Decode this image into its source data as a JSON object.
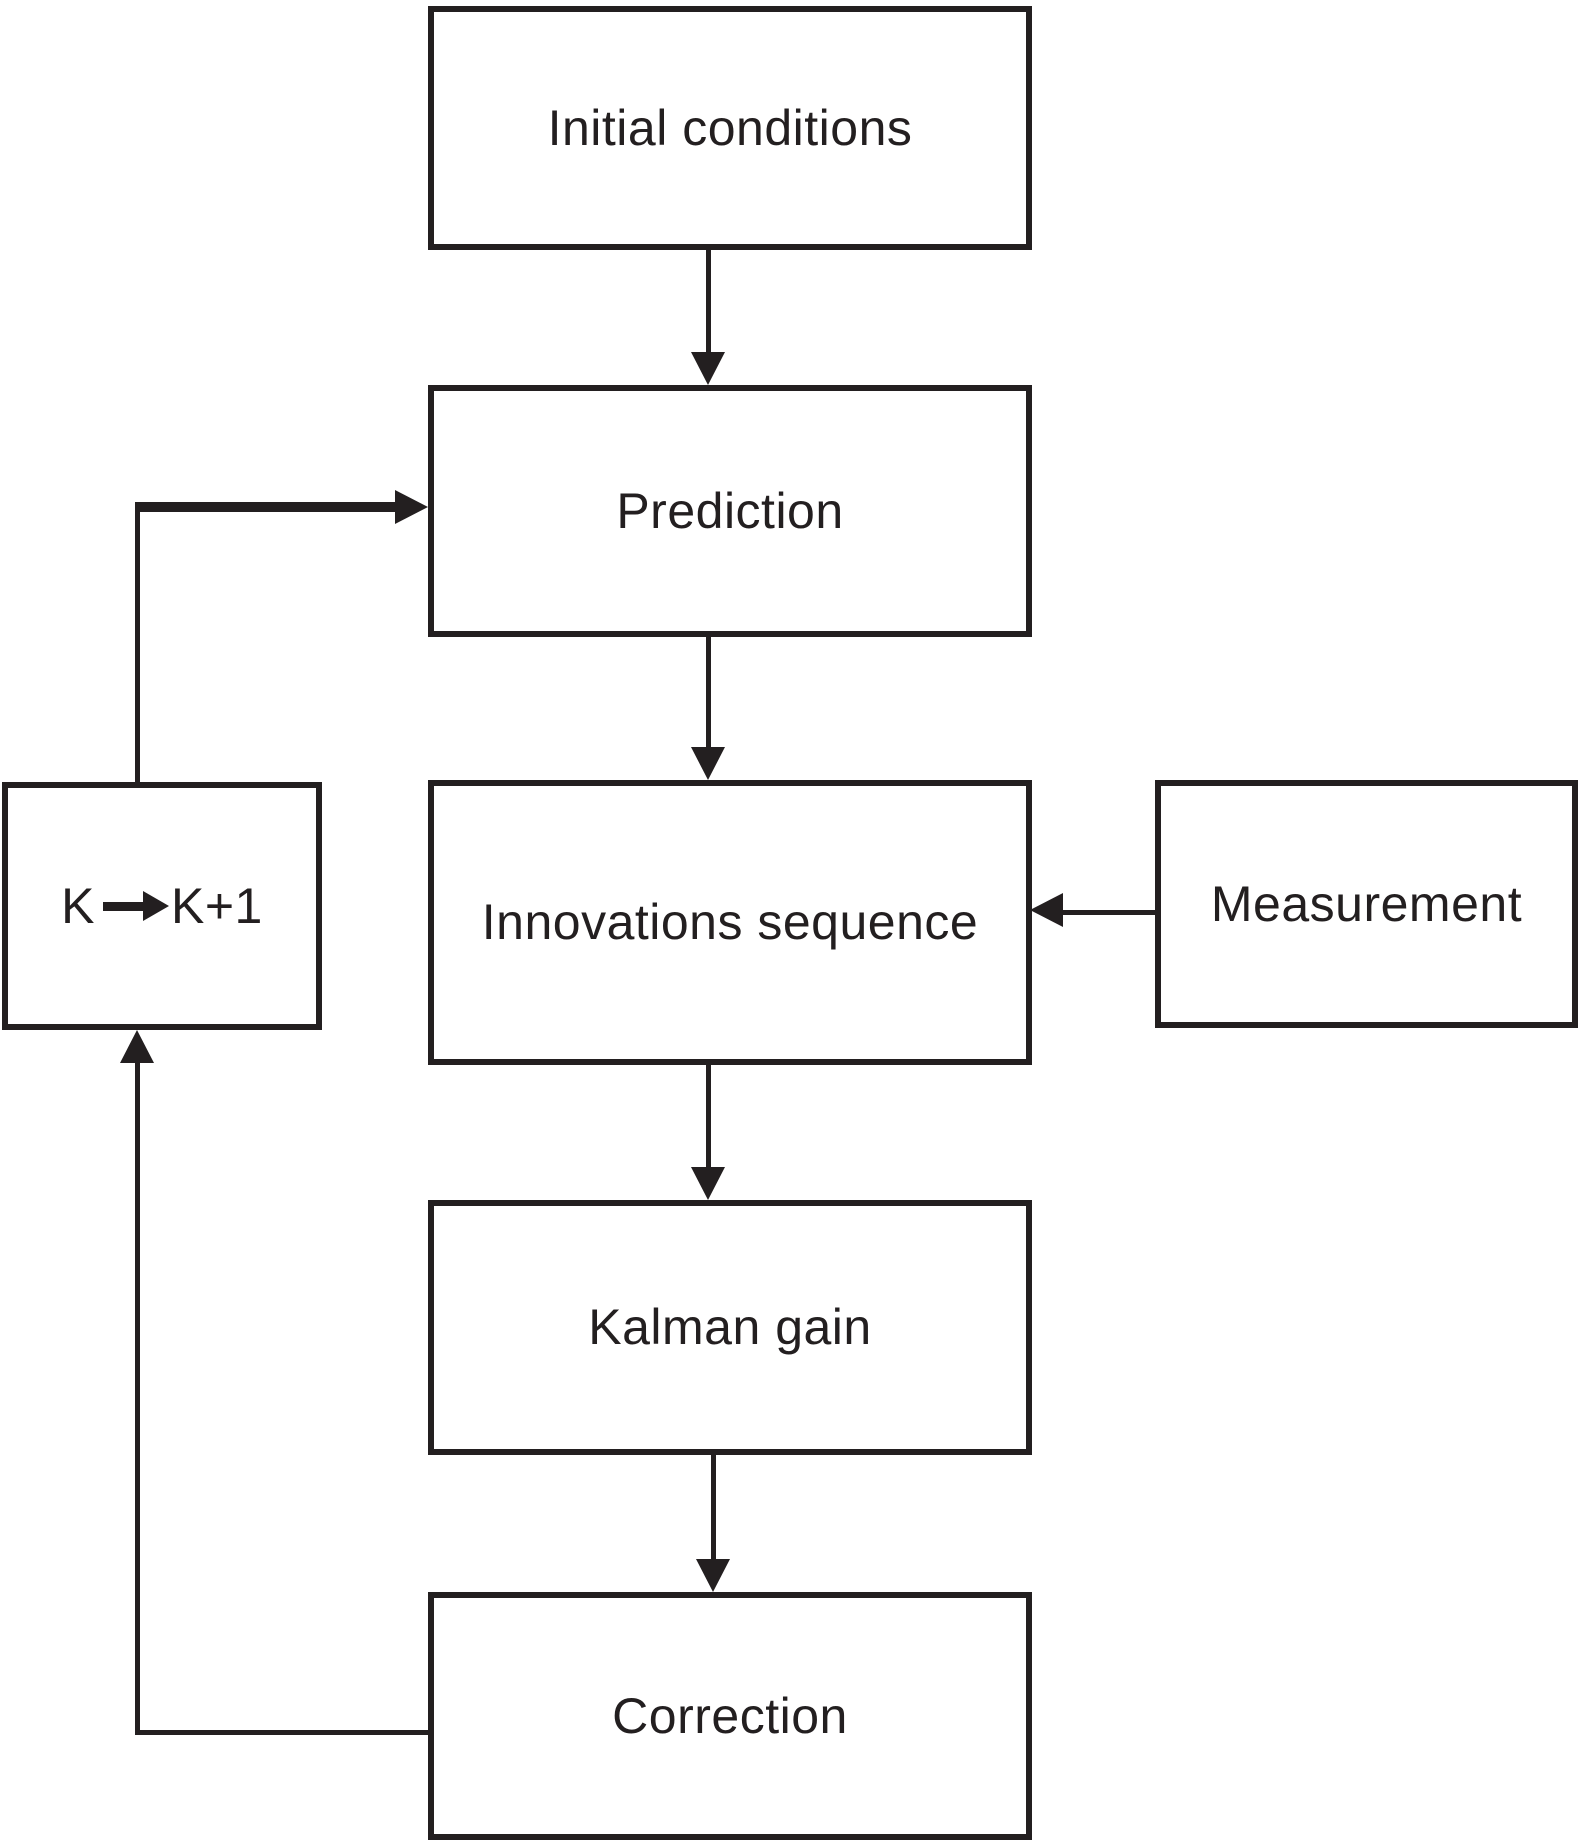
{
  "diagram": {
    "type": "flowchart",
    "boxes": {
      "initial": {
        "label": "Initial conditions"
      },
      "prediction": {
        "label": "Prediction"
      },
      "innovations": {
        "label": "Innovations sequence"
      },
      "measurement": {
        "label": "Measurement"
      },
      "iteration": {
        "label_left": "K",
        "label_right": "K+1"
      },
      "kalman": {
        "label": "Kalman gain"
      },
      "correction": {
        "label": "Correction"
      }
    },
    "edges": [
      {
        "from": "Initial conditions",
        "to": "Prediction"
      },
      {
        "from": "Prediction",
        "to": "Innovations sequence"
      },
      {
        "from": "Measurement",
        "to": "Innovations sequence"
      },
      {
        "from": "Innovations sequence",
        "to": "Kalman gain"
      },
      {
        "from": "Kalman gain",
        "to": "Correction"
      },
      {
        "from": "Correction",
        "to": "K K+1 iteration"
      },
      {
        "from": "K K+1 iteration",
        "to": "Prediction"
      }
    ],
    "colors": {
      "ink": "#231f20",
      "background": "#ffffff"
    }
  }
}
